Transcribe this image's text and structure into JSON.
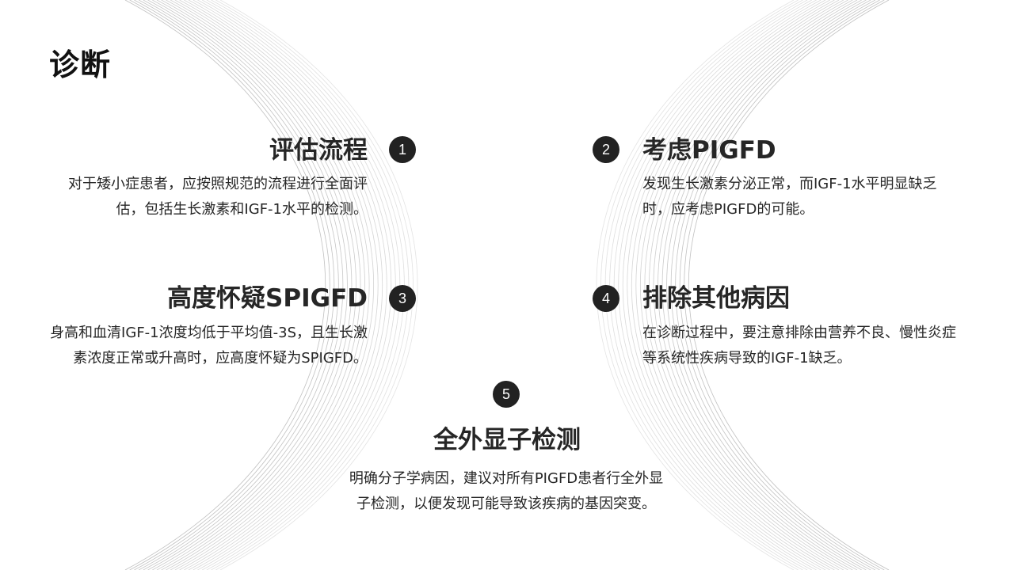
{
  "slide": {
    "title": "诊断",
    "accent_color": "#222222",
    "line_color": "#b0b0b0"
  },
  "items": [
    {
      "number": "1",
      "title": "评估流程",
      "description": "对于矮小症患者，应按照规范的流程进行全面评估，包括生长激素和IGF-1水平的检测。"
    },
    {
      "number": "2",
      "title": "考虑PIGFD",
      "description": "发现生长激素分泌正常，而IGF-1水平明显缺乏时，应考虑PIGFD的可能。"
    },
    {
      "number": "3",
      "title": "高度怀疑SPIGFD",
      "description": "身高和血清IGF-1浓度均低于平均值-3S，且生长激素浓度正常或升高时，应高度怀疑为SPIGFD。"
    },
    {
      "number": "4",
      "title": "排除其他病因",
      "description": "在诊断过程中，要注意排除由营养不良、慢性炎症等系统性疾病导致的IGF-1缺乏。"
    },
    {
      "number": "5",
      "title": "全外显子检测",
      "description": "明确分子学病因，建议对所有PIGFD患者行全外显子检测，以便发现可能导致该疾病的基因突变。"
    }
  ]
}
